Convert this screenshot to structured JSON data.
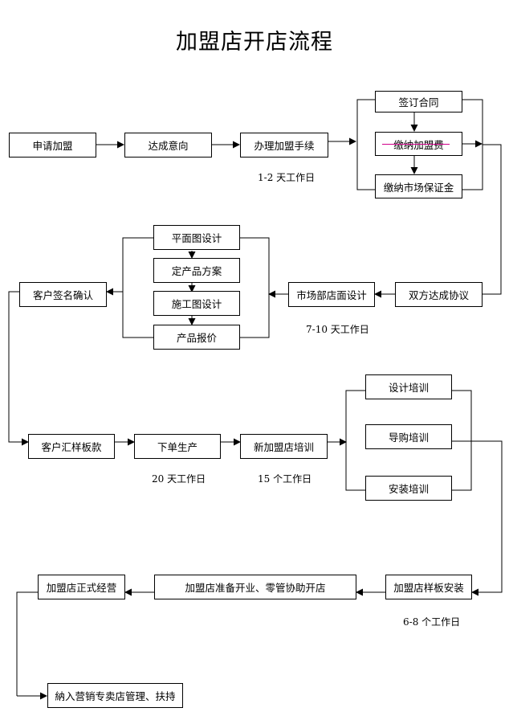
{
  "title": "加盟店开店流程",
  "steps": {
    "apply": "申请加盟",
    "intent": "达成意向",
    "procedures": "办理加盟手续",
    "sign_contract": "签订合同",
    "pay_fee": "缴纳加盟费",
    "pay_deposit": "缴纳市场保证金",
    "agreement": "双方达成协议",
    "store_design": "市场部店面设计",
    "floor_plan": "平面图设计",
    "product_plan": "定产品方案",
    "construction_drawing": "施工图设计",
    "product_quote": "产品报价",
    "customer_confirm": "客户签名确认",
    "customer_payment": "客户汇样板款",
    "place_order": "下单生产",
    "new_store_training": "新加盟店培训",
    "design_training": "设计培训",
    "sales_training": "导购培训",
    "install_training": "安装培训",
    "sample_install": "加盟店样板安装",
    "prepare_opening": "加盟店准备开业、零管协助开店",
    "formal_operation": "加盟店正式经营",
    "management_support": "納入营销专卖店管理、扶持"
  },
  "notes": {
    "procedures_duration": "1-2 天工作日",
    "design_duration": "7-10 天工作日",
    "production_duration": "20 天工作日",
    "training_duration": "15 个工作日",
    "install_duration": "6-8 个工作日"
  },
  "colors": {
    "strikethrough": "#d0008a"
  }
}
